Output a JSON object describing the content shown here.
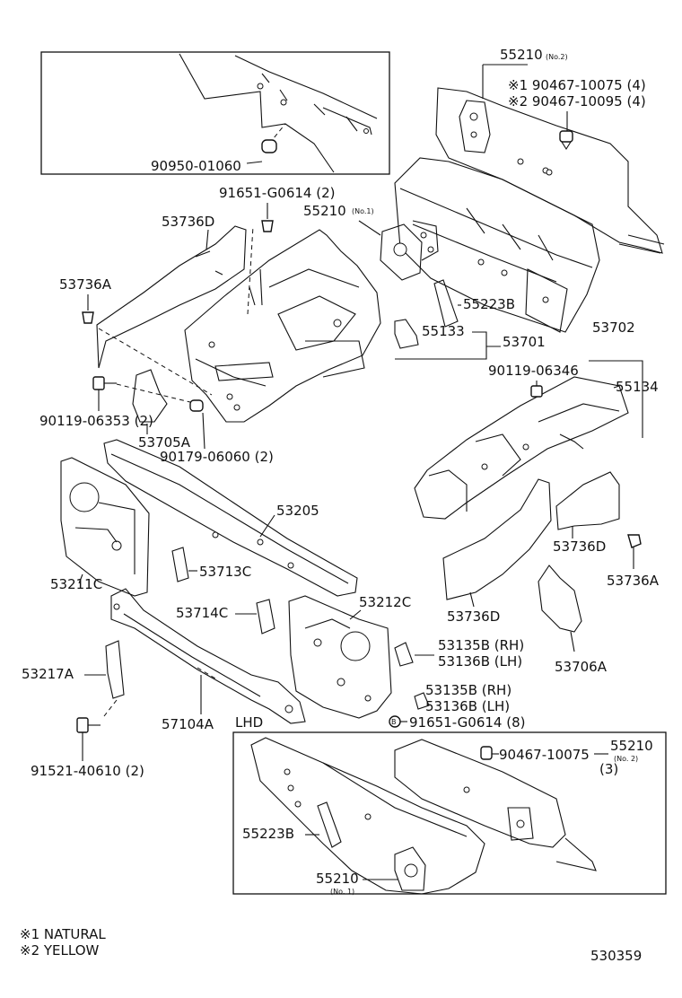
{
  "labels": {
    "p90950": "90950-01060",
    "p55210_top": "55210",
    "p55210_top_no": "(No.2)",
    "p90467_1": "※1 90467-10075 (4)",
    "p90467_2": "※2 90467-10095 (4)",
    "p91651_a": "91651-G0614 (2)",
    "p53736D_a": "53736D",
    "p55210_mid": "55210",
    "p55210_mid_no": "(No.1)",
    "p53736A_a": "53736A",
    "p55223B_a": "55223B",
    "p55133": "55133",
    "p53701": "53701",
    "p53702": "53702",
    "p90119_a": "90119-06346",
    "p55134": "55134",
    "p90119_b": "90119-06353 (2)",
    "p53705A": "53705A",
    "p90179": "90179-06060 (2)",
    "p53205": "53205",
    "p53736D_b": "53736D",
    "p53736A_b": "53736A",
    "p53713C": "53713C",
    "p53211C": "53211C",
    "p53714C": "53714C",
    "p53212C": "53212C",
    "p53736D_c": "53736D",
    "p53135B_a": "53135B (RH)",
    "p53136B_a": "53136B (LH)",
    "p53706A": "53706A",
    "p53217A": "53217A",
    "p53135B_b": "53135B (RH)",
    "p53136B_b": "53136B (LH)",
    "p91651_b": "91651-G0614 (8)",
    "p57104A": "57104A",
    "lhd": "LHD",
    "p90467_lhd": "90467-10075",
    "p55210_lhd": "55210",
    "p55210_lhd_no": "(No. 2)",
    "p3": "(3)",
    "p91521": "91521-40610 (2)",
    "p55223B_b": "55223B",
    "p55210_bot": "55210",
    "p55210_bot_no": "(No. 1)",
    "b_mark": "B"
  },
  "notes": {
    "n1": "※1 NATURAL",
    "n2": "※2 YELLOW"
  },
  "figure_id": "530359"
}
